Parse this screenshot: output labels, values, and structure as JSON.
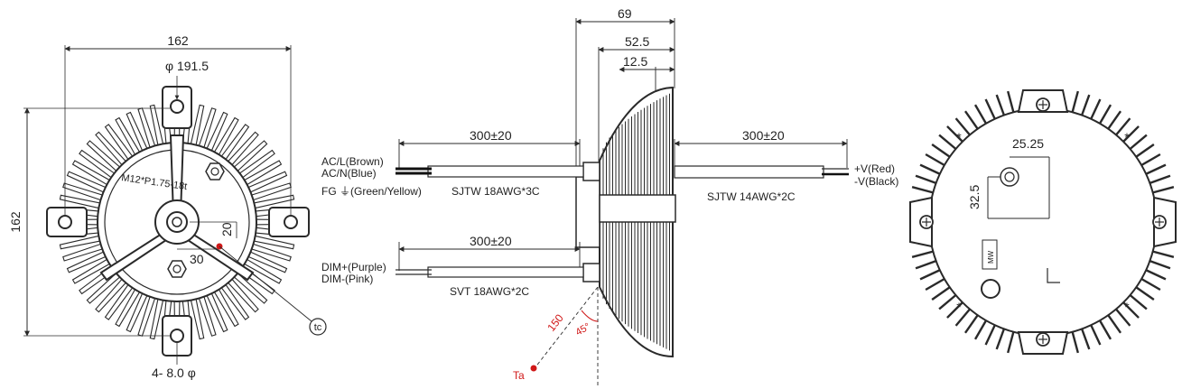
{
  "front_view": {
    "width_label": "162",
    "diameter_label": "φ 191.5",
    "height_label": "162",
    "thread_label": "M12*P1.75-18t",
    "offset_x_label": "30",
    "offset_y_label": "20",
    "mount_holes_label": "4- 8.0 φ",
    "tc_label": "tc"
  },
  "side_view": {
    "total_depth_label": "69",
    "body_depth_label": "52.5",
    "fin_offset_label": "12.5",
    "left_upper_length": "300±20",
    "left_lower_length": "300±20",
    "right_length": "300±20",
    "ac_l_label": "AC/L(Brown)",
    "ac_n_label": "AC/N(Blue)",
    "fg_label": "FG ⏚(Green/Yellow)",
    "sjtw3c_label": "SJTW 18AWG*3C",
    "dim_plus_label": "DIM+(Purple)",
    "dim_minus_label": "DIM-(Pink)",
    "svt_label": "SVT 18AWG*2C",
    "v_plus_label": "+V(Red)",
    "v_minus_label": "-V(Black)",
    "sjtw2c_label": "SJTW 14AWG*2C",
    "ta_distance_label": "150",
    "angle_label": "45°",
    "ta_label": "Ta"
  },
  "back_view": {
    "x_offset_label": "25.25",
    "y_offset_label": "32.5",
    "label_plate_text": "MW"
  },
  "colors": {
    "line": "#2a2a2a",
    "accent": "#d01818"
  }
}
